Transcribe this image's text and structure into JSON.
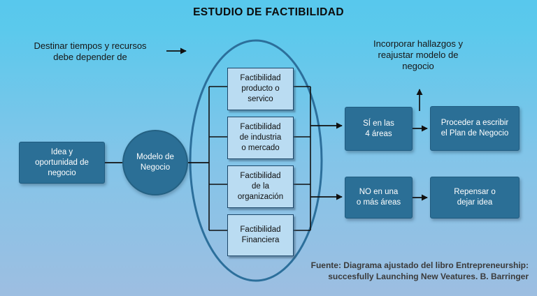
{
  "title": "ESTUDIO DE FACTIBILIDAD",
  "annotations": {
    "left_note": "Destinar tiempos y recursos\ndebe depender de",
    "right_note": "Incorporar hallazgos y\nreajustar modelo de\nnegocio",
    "source_line1": "Fuente: Diagrama ajustado del libro Entrepreneurship:",
    "source_line2": "succesfully Launching New Veatures. B. Barringer"
  },
  "nodes": {
    "idea": "Idea y\noportunidad de\nnegocio",
    "modelo": "Modelo de\nNegocio",
    "fact_producto": "Factibilidad\nproducto o\nservico",
    "fact_industria": "Factibilidad\nde industria\no mercado",
    "fact_organizacion": "Factibilidad\nde la\norganización",
    "fact_financiera": "Factibilidad\nFinanciera",
    "si_areas": "SÍ en las\n4 áreas",
    "proceder": "Proceder a escribir\nel Plan de Negocio",
    "no_areas": "NO en una\no más áreas",
    "repensar": "Repensar o\ndejar idea"
  },
  "colors": {
    "background_top": "#5BC9EC",
    "background_bottom": "#9DBEE1",
    "dark_node_fill": "#2B6F96",
    "dark_node_border": "#1F5B80",
    "light_node_fill": "#BADCF2",
    "light_node_border": "#1C4668",
    "ellipse_stroke": "#2C6F9B",
    "connector": "#111111",
    "title_text": "#0B0B0B",
    "source_text": "#3A3A3A"
  }
}
